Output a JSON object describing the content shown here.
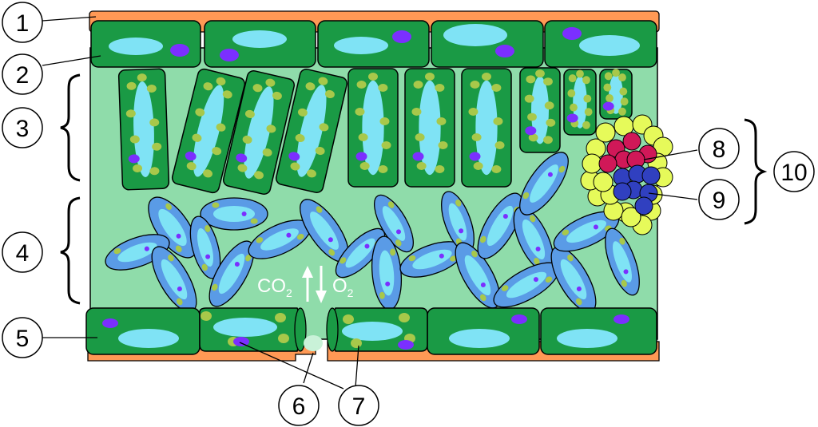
{
  "labels": {
    "l1": "1",
    "l2": "2",
    "l3": "3",
    "l4": "4",
    "l5": "5",
    "l6": "6",
    "l7": "7",
    "l8": "8",
    "l9": "9",
    "l10": "10"
  },
  "gas": {
    "co2": "CO",
    "co2_sub": "2",
    "o2": "O",
    "o2_sub": "2"
  },
  "colors": {
    "cuticle": "#ff9955",
    "cell_green": "#1a9a45",
    "tissue_bg": "#8fdcaa",
    "vacuole": "#7fe3f5",
    "nucleus": "#7b2fff",
    "chloroplast": "#a8c84a",
    "spongy_outer": "#5a9be6",
    "xylem": "#d01858",
    "phloem": "#3040c0",
    "bundle_sheath": "#e6fa5a"
  }
}
